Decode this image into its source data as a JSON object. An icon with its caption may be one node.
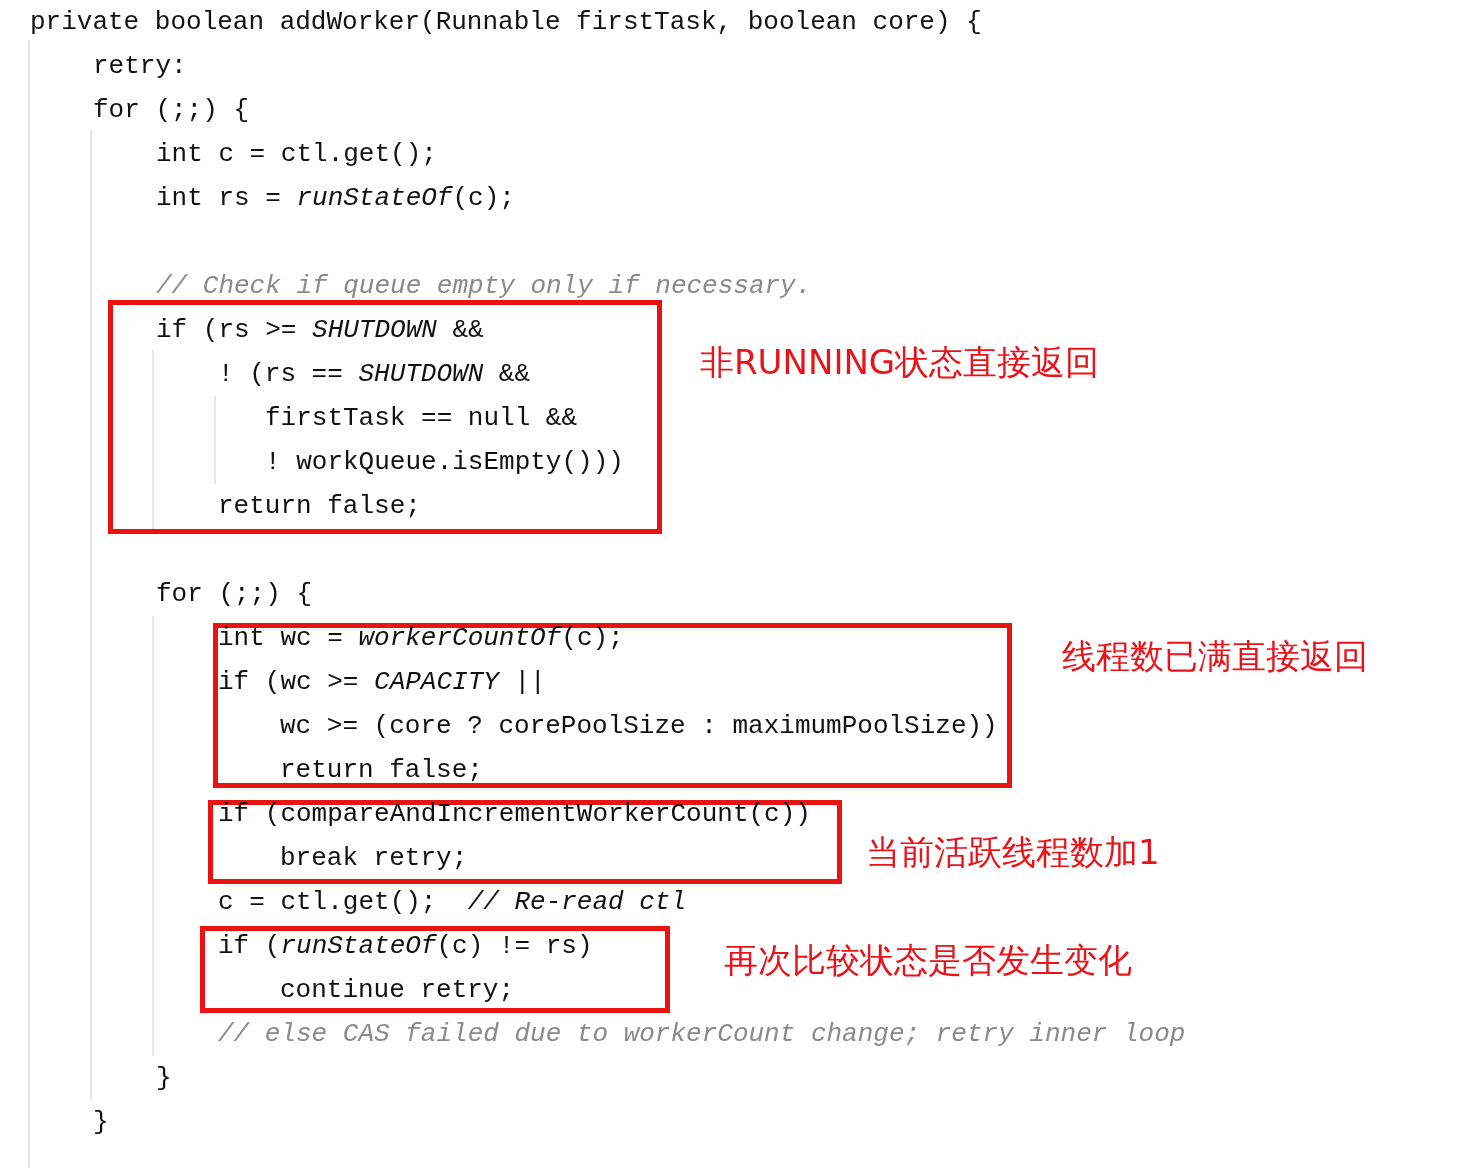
{
  "diagram": {
    "nodes": [
      {
        "text": [
          "if (rs >= *SHUTDOWN* &&",
          "! (rs == *SHUTDOWN* &&",
          "firstTask == null &&",
          "! workQueue.isEmpty()))",
          "return false;"
        ],
        "beside": [
          "非RUNNING状态直接返回"
        ]
      },
      {
        "text": [
          "int wc = *workerCountOf*(c);",
          "if (wc >= *CAPACITY* ||",
          "wc >= (core ? corePoolSize : maximumPoolSize))",
          "return false;"
        ],
        "beside": [
          "线程数已满直接返回"
        ]
      },
      {
        "text": [
          "if (compareAndIncrementWorkerCount(c))",
          "break retry;"
        ],
        "beside": [
          "当前活跃线程数加1"
        ]
      },
      {
        "text": [
          "if (*runStateOf*(c) != rs)",
          "continue retry;"
        ],
        "beside": [
          "再次比较状态是否发生变化"
        ]
      }
    ],
    "labels": [
      "private boolean addWorker(Runnable firstTask, boolean core) {",
      "retry:",
      "for (;;) {",
      "int c = ctl.get();",
      "int rs = *runStateOf*(c);",
      "// Check if queue empty only if necessary.",
      "for (;;) {",
      "c = ctl.get();  *// Re-read ctl*",
      "// else CAS failed due to workerCount change; retry inner loop",
      "}",
      "}"
    ]
  }
}
